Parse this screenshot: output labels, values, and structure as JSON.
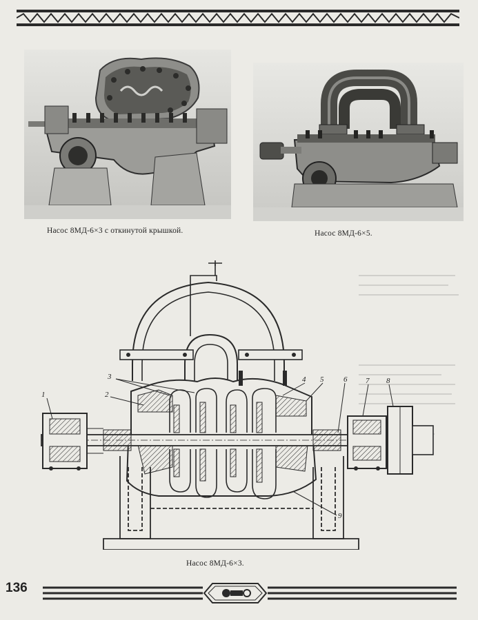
{
  "page": {
    "number": "136"
  },
  "figures": {
    "photo_left_caption": "Насос 8МД-6×3 с откинутой крышкой.",
    "photo_right_caption": "Насос 8МД-6×5.",
    "drawing_caption": "Насос 8МД-6×3."
  },
  "callouts": [
    "1",
    "2",
    "3",
    "4",
    "5",
    "6",
    "7",
    "8",
    "9"
  ],
  "colors": {
    "paper": "#ecebe6",
    "ink": "#2a2a2a",
    "photo_bg": "#d8d8d4"
  }
}
